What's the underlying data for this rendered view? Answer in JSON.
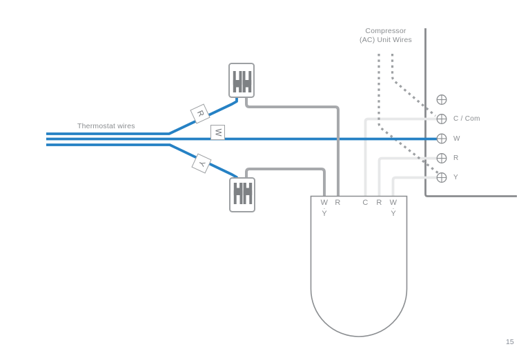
{
  "colors": {
    "blue": "#2581c4",
    "wire_gray": "#a7a9ac",
    "wire_light": "#e7e8e9",
    "frame_gray": "#898b8e",
    "text_gray": "#8a8d90",
    "tag_text": "#73767a",
    "connector_dark": "#7e8184",
    "border_gray": "#9da0a3",
    "page_gray": "#868c95"
  },
  "labels": {
    "thermostat_wires": "Thermostat wires",
    "compressor_line1": "Compressor",
    "compressor_line2": "(AC) Unit Wires",
    "page_number": "15"
  },
  "wire_tags": {
    "r": "R",
    "w": "W",
    "y": "Y"
  },
  "terminals": [
    {
      "label": ""
    },
    {
      "label": "C / Com"
    },
    {
      "label": "W"
    },
    {
      "label": "R"
    },
    {
      "label": "Y"
    }
  ],
  "base_terminals": [
    {
      "top": "W",
      "dot": "·",
      "sub": "Y"
    },
    {
      "top": "R",
      "dot": "",
      "sub": ""
    },
    {
      "top": "C",
      "dot": "",
      "sub": ""
    },
    {
      "top": "R",
      "dot": "",
      "sub": ""
    },
    {
      "top": "W",
      "dot": "·",
      "sub": "Y"
    }
  ]
}
